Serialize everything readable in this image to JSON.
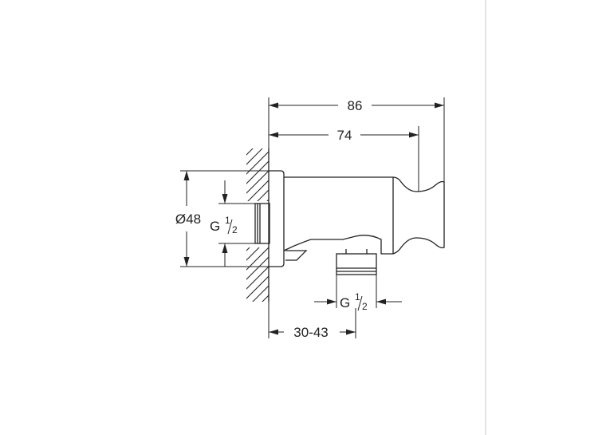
{
  "dimensions": {
    "overall_length": "86",
    "body_length": "74",
    "diameter": "Ø48",
    "wall_thread": "G",
    "outlet_thread": "G",
    "fraction_numerator": "1",
    "fraction_denominator": "2",
    "wall_distance": "30-43"
  }
}
